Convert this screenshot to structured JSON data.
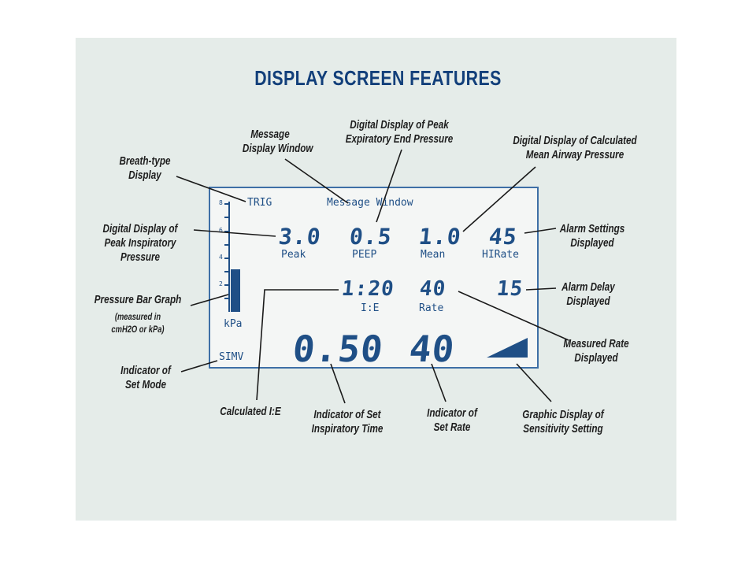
{
  "title": "DISPLAY SCREEN FEATURES",
  "lcd": {
    "breath_type": "TRIG",
    "message_window": "Message Window",
    "peak_value": "3.0",
    "peak_label": "Peak",
    "peep_value": "0.5",
    "peep_label": "PEEP",
    "mean_value": "1.0",
    "mean_label": "Mean",
    "hirate_value": "45",
    "hirate_label": "HIRate",
    "ie_value": "1:20",
    "ie_label": "I:E",
    "rate_value": "40",
    "rate_label": "Rate",
    "alarm_delay_value": "15",
    "unit": "kPa",
    "mode": "SIMV",
    "insp_time_value": "0.50",
    "set_rate_value": "40",
    "scale_ticks": [
      "8",
      "6",
      "4",
      "2"
    ],
    "pressure_fraction": 0.35
  },
  "callouts": {
    "message": [
      "Message",
      "Display Window"
    ],
    "peep": [
      "Digital Display of Peak",
      "Expiratory End Pressure"
    ],
    "mean": [
      "Digital Display of Calculated",
      "Mean Airway Pressure"
    ],
    "breath": [
      "Breath-type",
      "Display"
    ],
    "peak": [
      "Digital Display of",
      "Peak Inspiratory",
      "Pressure"
    ],
    "alarm_settings": [
      "Alarm Settings",
      "Displayed"
    ],
    "bar_graph": [
      "Pressure Bar Graph"
    ],
    "bar_graph_sub": [
      "(measured in",
      "cmH2O or kPa)"
    ],
    "alarm_delay": [
      "Alarm Delay",
      "Displayed"
    ],
    "measured_rate": [
      "Measured Rate",
      "Displayed"
    ],
    "set_mode": [
      "Indicator of",
      "Set Mode"
    ],
    "calc_ie": [
      "Calculated I:E"
    ],
    "insp_time": [
      "Indicator of Set",
      "Inspiratory Time"
    ],
    "set_rate": [
      "Indicator of",
      "Set Rate"
    ],
    "sensitivity": [
      "Graphic Display of",
      "Sensitivity Setting"
    ]
  },
  "colors": {
    "panel": "#e5ece9",
    "lcd_text": "#1f4f86",
    "title": "#123f7a",
    "callout": "#1e1e1e"
  }
}
